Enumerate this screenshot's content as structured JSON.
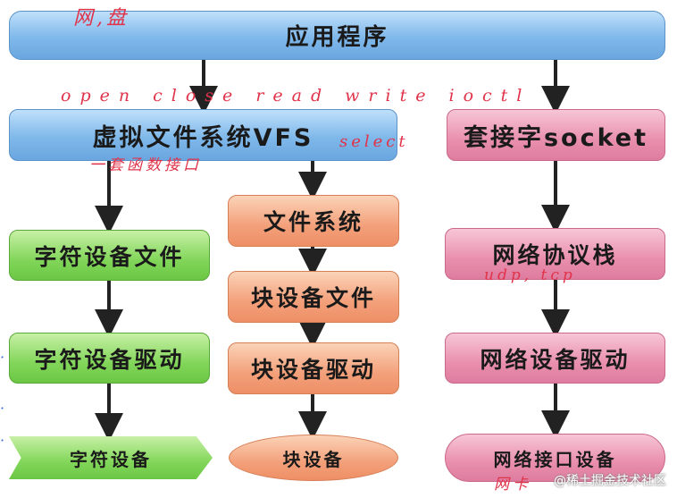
{
  "boxes": {
    "app": "应用程序",
    "vfs": "虚拟文件系统VFS",
    "socket": "套接字socket",
    "char_dev_file": "字符设备文件",
    "char_dev_driver": "字符设备驱动",
    "char_dev": "字符设备",
    "fs": "文件系统",
    "block_dev_file": "块设备文件",
    "block_dev_driver": "块设备驱动",
    "block_dev": "块设备",
    "net_protocol_stack": "网络协议栈",
    "net_dev_driver": "网络设备驱动",
    "net_iface_dev": "网络接口设备"
  },
  "annotations": {
    "top": "网,盘",
    "ops": "open close read write ioctl",
    "select": "select",
    "iface": "一套函数接口",
    "proto": "udp, tcp",
    "nic": "网卡"
  },
  "watermark": "@稀土掘金技术社区",
  "colors": {
    "blue": "#7fb8ea",
    "pink": "#e98fad",
    "green": "#82d65a",
    "orange": "#f3a07a",
    "annotation": "#e0334a"
  }
}
